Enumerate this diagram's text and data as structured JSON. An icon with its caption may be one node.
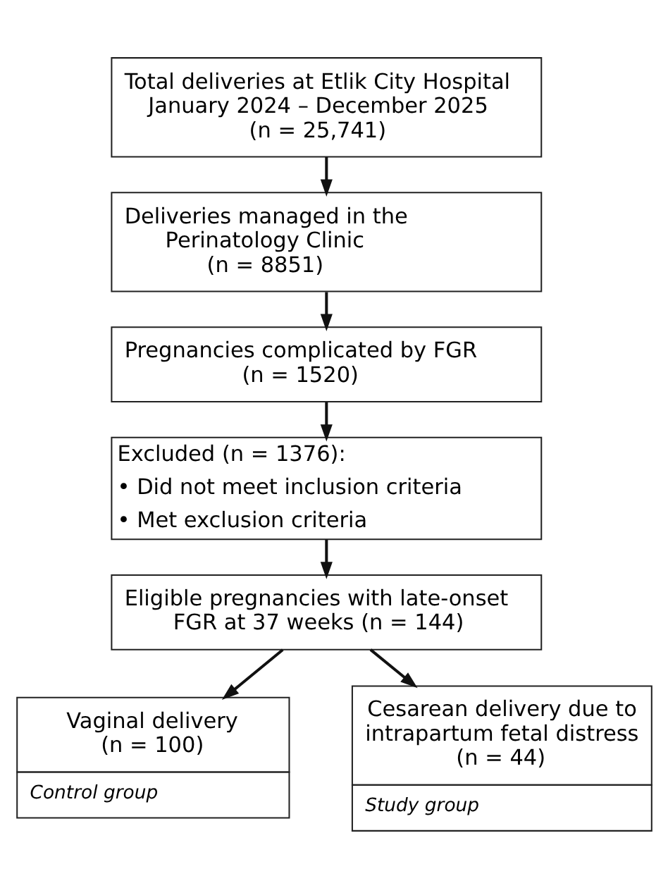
{
  "diagram": {
    "nodes": [
      {
        "text": [
          "Total deliveries at Etlik City Hospital January 2024 – December 2025",
          "(n = 25,741)"
        ]
      },
      {
        "text": [
          "Deliveries managed in the Perinatology Clinic",
          "(n = 8851)"
        ]
      },
      {
        "text": [
          "Pregnancies complicated by FGR",
          "(n = 1520)"
        ]
      },
      {
        "text": [
          "Excluded (n = 1376):",
          "• Did not meet inclusion criteria",
          "• Met exclusion criteria"
        ]
      },
      {
        "text": [
          "Eligible pregnancies with late-onset FGR at 37 weeks (n = 144)"
        ]
      },
      {
        "text": [
          "Vaginal delivery (n = 100)",
          "Control group"
        ]
      },
      {
        "text": [
          "Cesarean delivery due to intrapartum fetal distress (n = 44)",
          "Study group"
        ]
      }
    ],
    "edges": [
      {
        "from": 0,
        "to": 1,
        "arrow": "to"
      },
      {
        "from": 1,
        "to": 2,
        "arrow": "to"
      },
      {
        "from": 2,
        "to": 3,
        "arrow": "to"
      },
      {
        "from": 3,
        "to": 4,
        "arrow": "to"
      },
      {
        "from": 4,
        "to": 5,
        "arrow": "to"
      },
      {
        "from": 4,
        "to": 6,
        "arrow": "to"
      }
    ]
  }
}
